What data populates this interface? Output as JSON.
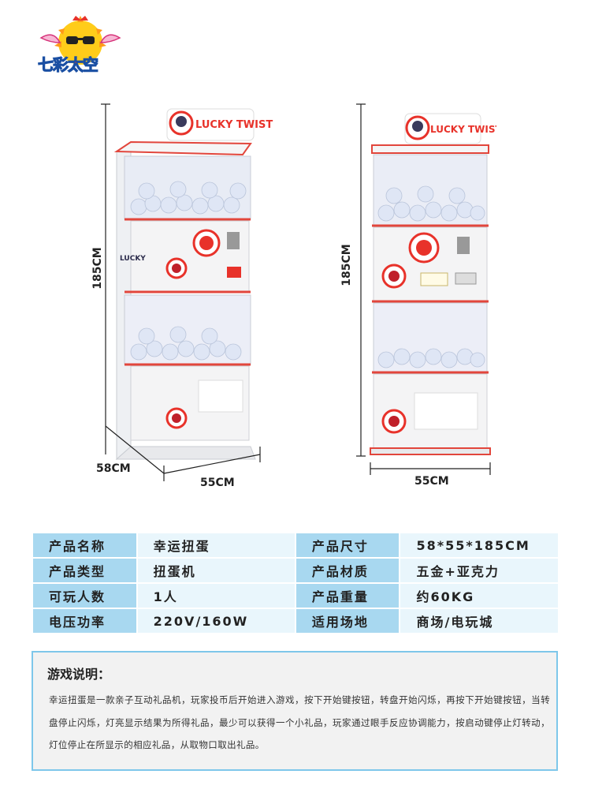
{
  "logo": {
    "text": "七彩太空"
  },
  "machine": {
    "brand": "LUCKY TWIST"
  },
  "dimensions": {
    "height": "185CM",
    "depth": "58CM",
    "width_left": "55CM",
    "width_right": "55CM"
  },
  "specs": {
    "rows": [
      {
        "label1": "产品名称",
        "value1": "幸运扭蛋",
        "label2": "产品尺寸",
        "value2": "58*55*185CM"
      },
      {
        "label1": "产品类型",
        "value1": "扭蛋机",
        "label2": "产品材质",
        "value2": "五金+亚克力"
      },
      {
        "label1": "可玩人数",
        "value1": "1人",
        "label2": "产品重量",
        "value2": "约60KG"
      },
      {
        "label1": "电压功率",
        "value1": "220V/160W",
        "label2": "适用场地",
        "value2": "商场/电玩城"
      }
    ]
  },
  "description": {
    "title": "游戏说明：",
    "body": "幸运扭蛋是一款亲子互动礼品机，玩家投币后开始进入游戏，按下开始键按钮，转盘开始闪烁，再按下开始键按钮，当转盘停止闪烁，灯亮显示结果为所得礼品，最少可以获得一个小礼品，玩家通过眼手反应协调能力，按启动键停止灯转动，灯位停止在所显示的相应礼品，从取物口取出礼品。"
  },
  "colors": {
    "accent_red": "#e8322a",
    "table_label": "#a8d8f0",
    "table_value": "#e9f6fc",
    "border_blue": "#7ec7ea"
  }
}
